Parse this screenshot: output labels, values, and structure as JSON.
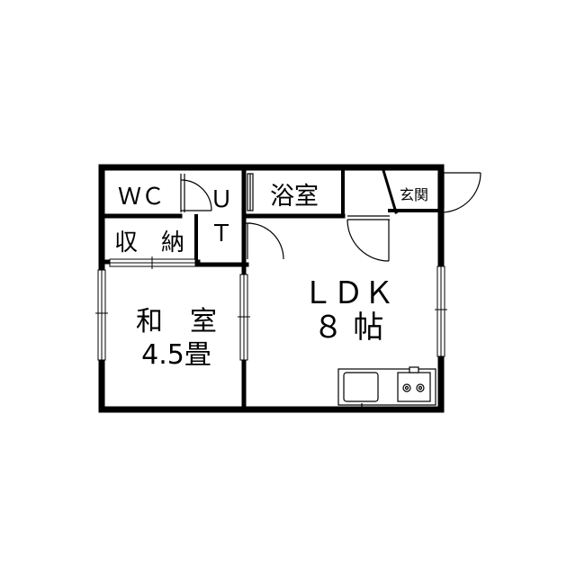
{
  "rooms": {
    "wc": "ＷＣ",
    "ut_u": "Ｕ",
    "ut_t": "Ｔ",
    "bath": "浴室",
    "entrance": "玄関",
    "storage": "収　納",
    "washitsu_name": "和　室",
    "washitsu_size": "4.5畳",
    "ldk_name": "ＬＤＫ",
    "ldk_size": "８ 帖"
  },
  "colors": {
    "wall": "#000000",
    "background": "#ffffff"
  },
  "icons": [
    "sink-icon",
    "gas-stove-icon"
  ]
}
